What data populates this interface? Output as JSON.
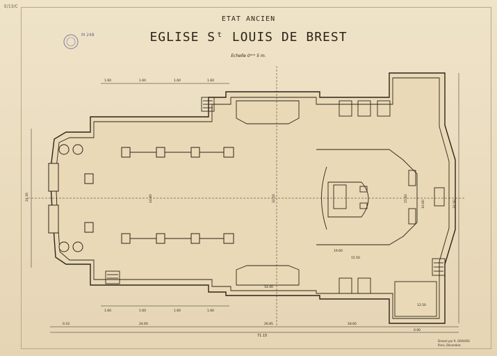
{
  "corner_mark": "E/13/C",
  "title": {
    "state": "ETAT ANCIEN",
    "church": "EGLISE Sᵗ LOUIS DE BREST",
    "scale": "Echelle 0ᵐᵐ 5 m."
  },
  "stamp": {
    "ref": "M 248"
  },
  "dimensions": {
    "left_height": "24.16",
    "bottom_segments": [
      "0.33",
      "24.60",
      "26.85",
      "18.60",
      "0.90"
    ],
    "total_length": "71.15",
    "bays": [
      "1.60",
      "1.60",
      "1.60",
      "1.60",
      "1.60",
      "1.60",
      "1.60",
      "1.60"
    ],
    "interior": [
      "14.80",
      "32.00",
      "19.60",
      "15.50",
      "32.50",
      "14.40"
    ],
    "choir": [
      "15.60",
      "12.50",
      "10.60"
    ]
  },
  "credit": {
    "line1": "Dressé par R. GRAVOIS",
    "line2": "Paris, Décembre"
  },
  "colors": {
    "ink": "#2b2418",
    "paper": "#eadbbd",
    "wall": "#ead9b7"
  }
}
